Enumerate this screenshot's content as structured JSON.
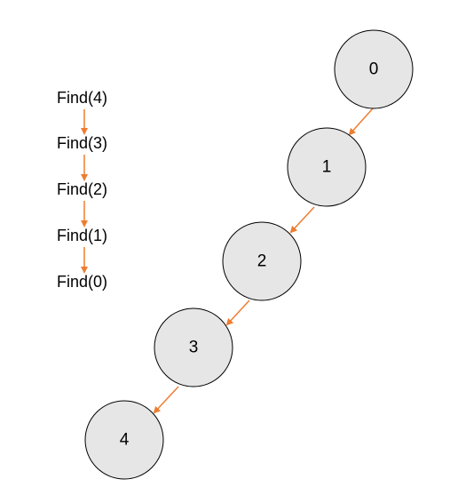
{
  "colors": {
    "arrow": "#ED7D31",
    "node_fill": "#E6E6E6",
    "node_stroke": "#000000",
    "text": "#000000"
  },
  "find_calls": [
    "Find(4)",
    "Find(3)",
    "Find(2)",
    "Find(1)",
    "Find(0)"
  ],
  "nodes": [
    "0",
    "1",
    "2",
    "3",
    "4"
  ]
}
